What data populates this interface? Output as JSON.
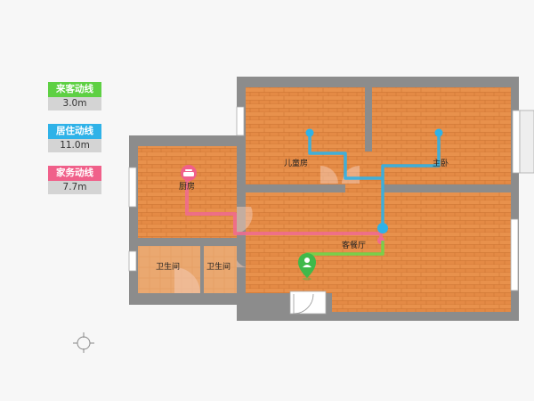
{
  "legend": [
    {
      "label": "来客动线",
      "value": "3.0m",
      "color": "#5ed043"
    },
    {
      "label": "居住动线",
      "value": "11.0m",
      "color": "#2fb2e8"
    },
    {
      "label": "家务动线",
      "value": "7.7m",
      "color": "#f0608a"
    }
  ],
  "rooms": {
    "kids_room": "儿童房",
    "master_bedroom": "主卧",
    "kitchen": "厨房",
    "living_dining": "客餐厅",
    "bathroom_1": "卫生间",
    "bathroom_2": "卫生间"
  },
  "icons": {
    "compass": "compass-icon",
    "kitchen": "pot-icon",
    "entrance": "person-icon"
  }
}
